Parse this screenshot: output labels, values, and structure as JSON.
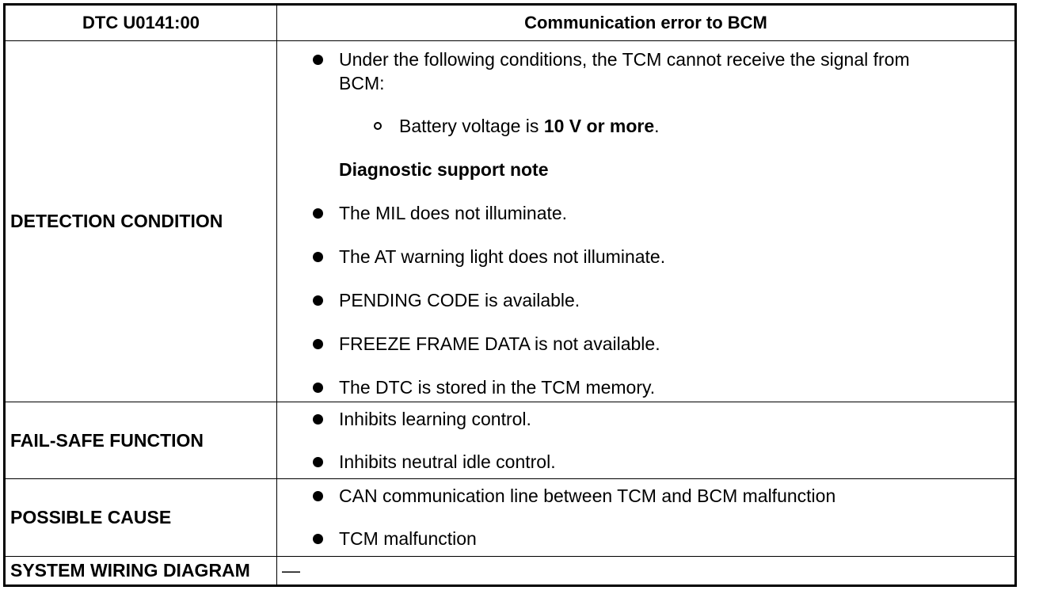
{
  "header": {
    "code": "DTC U0141:00",
    "title": "Communication error to BCM"
  },
  "detection": {
    "label": "DETECTION CONDITION",
    "intro_line1": "Under the following conditions, the TCM cannot receive the signal from",
    "intro_line2": "BCM:",
    "sub_prefix": "Battery voltage is ",
    "sub_bold": "10 V or more",
    "sub_suffix": ".",
    "note_heading": "Diagnostic support note",
    "items": [
      "The MIL does not illuminate.",
      "The AT warning light does not illuminate.",
      "PENDING CODE is available.",
      "FREEZE FRAME DATA is not available.",
      "The DTC is stored in the TCM memory."
    ]
  },
  "failsafe": {
    "label": "FAIL-SAFE FUNCTION",
    "items": [
      "Inhibits learning control.",
      "Inhibits neutral idle control."
    ]
  },
  "cause": {
    "label": "POSSIBLE CAUSE",
    "items": [
      "CAN communication line between TCM and BCM malfunction",
      "TCM malfunction"
    ]
  },
  "wiring": {
    "label": "SYSTEM WIRING DIAGRAM",
    "value": "—"
  }
}
